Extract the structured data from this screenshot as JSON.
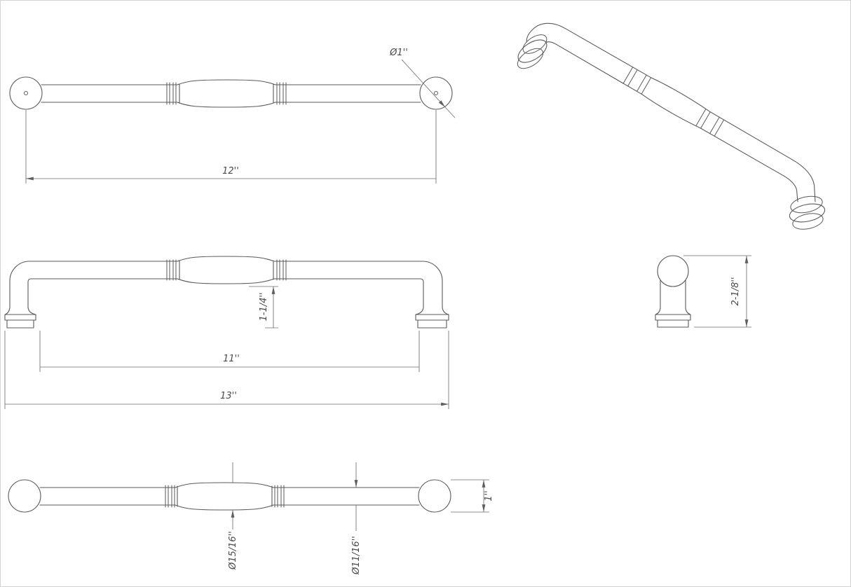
{
  "drawing": {
    "kind": "cad-dimension-drawing",
    "subject": "appliance-pull-handle",
    "line_color": "#5a5a5a",
    "dimension_color": "#6f6f6f",
    "background": "#ffffff"
  },
  "dimensions": {
    "end_diameter": "Ø1''",
    "length_12": "12''",
    "height_1_14": "1-1/4''",
    "length_11": "11''",
    "length_13": "13''",
    "base_height": "2-1/8''",
    "center_diameter": "Ø15/16''",
    "bar_diameter": "Ø11/16''",
    "end_height": "1''"
  }
}
